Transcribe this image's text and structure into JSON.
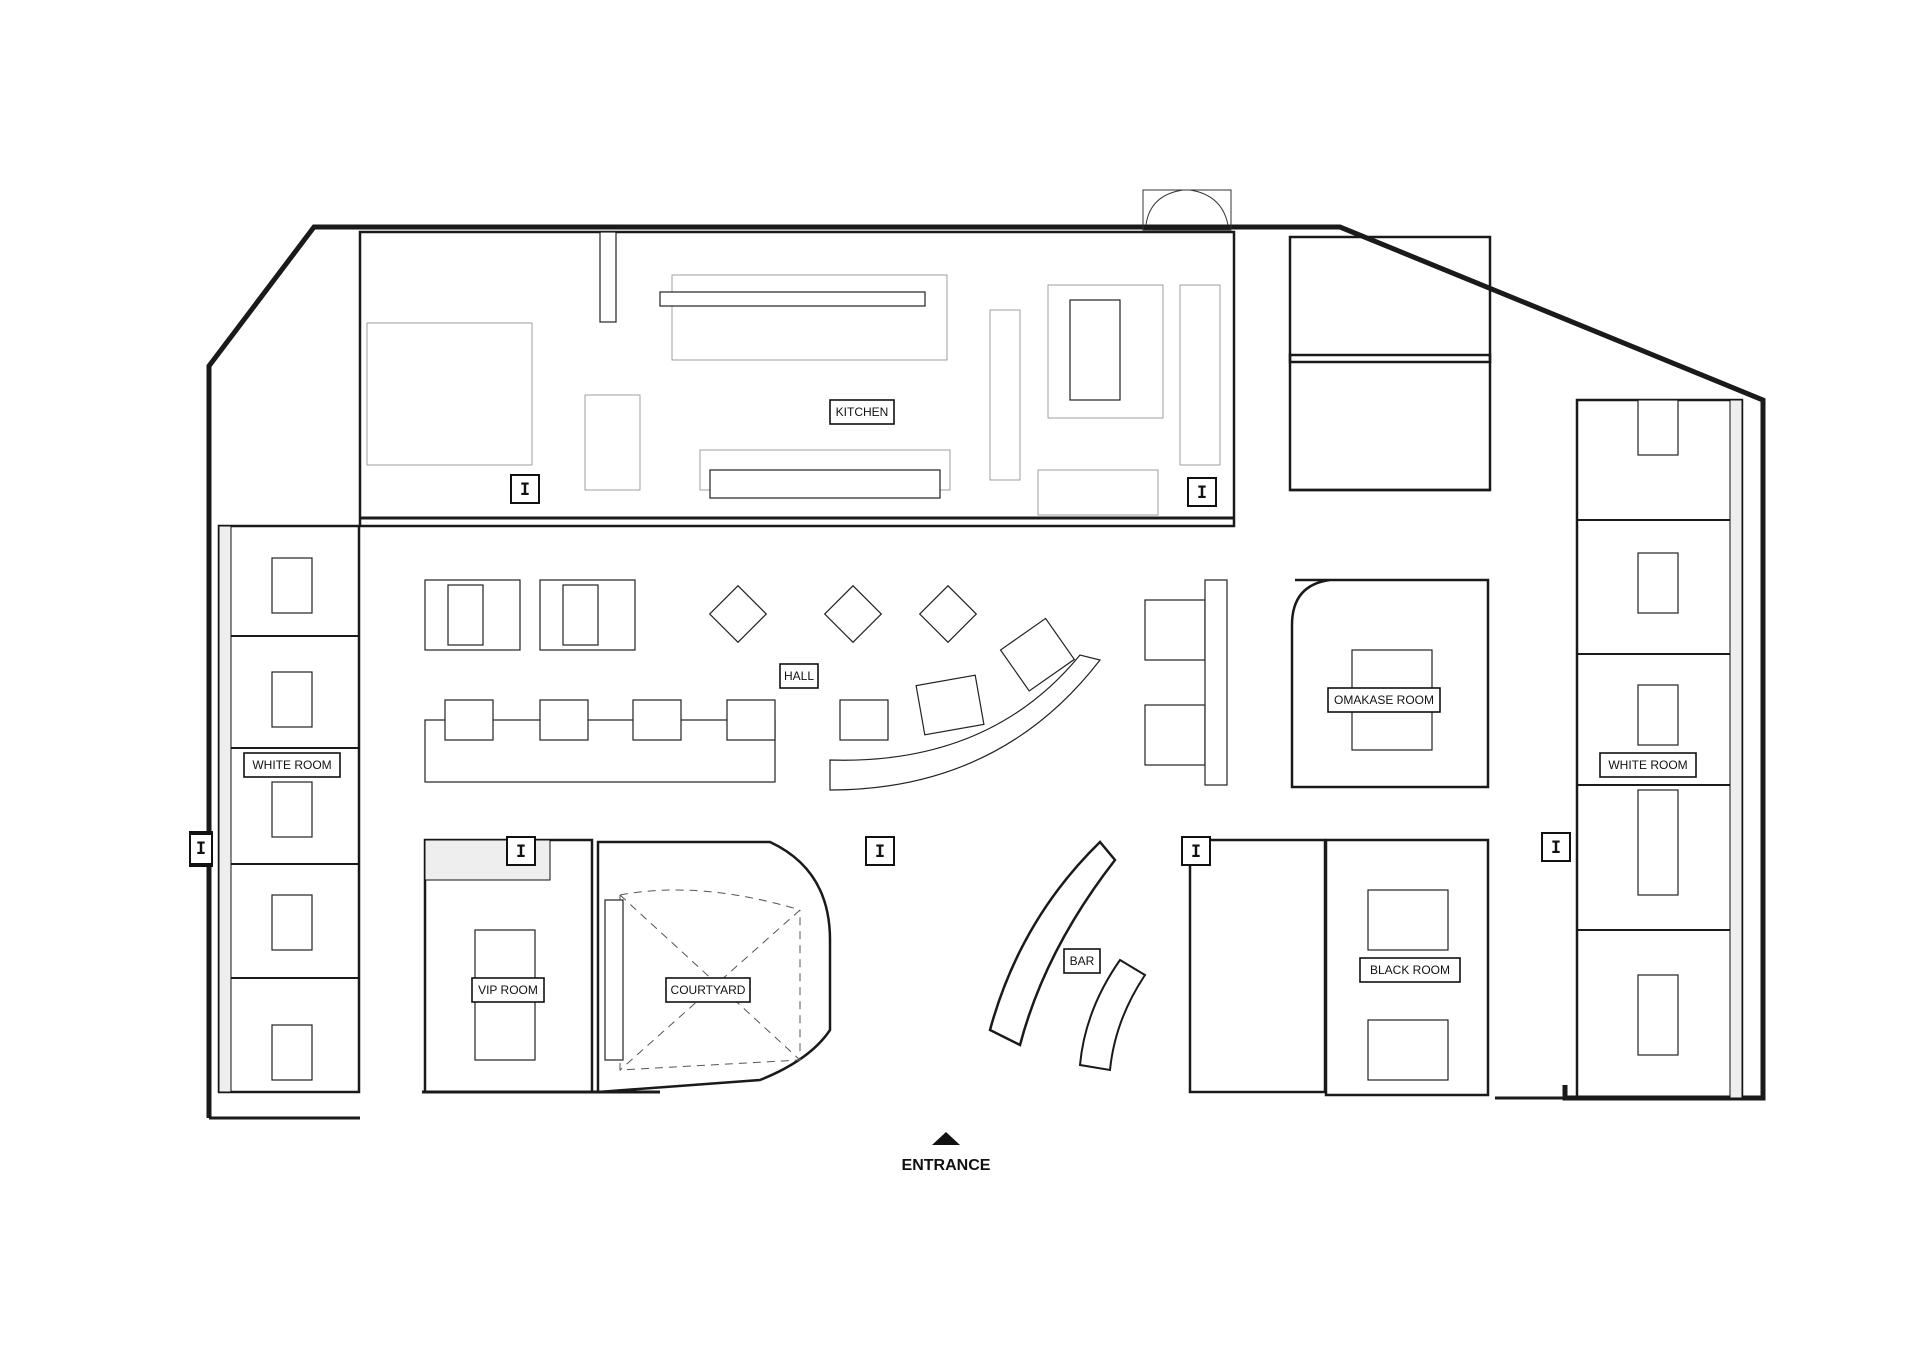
{
  "rooms": {
    "kitchen": "KITCHEN",
    "hall": "HALL",
    "white_room_left": "WHITE ROOM",
    "white_room_right": "WHITE ROOM",
    "omakase_room": "OMAKASE ROOM",
    "vip_room": "VIP ROOM",
    "courtyard": "COURTYARD",
    "bar": "BAR",
    "black_room": "BLACK ROOM"
  },
  "entrance": "ENTRANCE",
  "column_marker": "I"
}
